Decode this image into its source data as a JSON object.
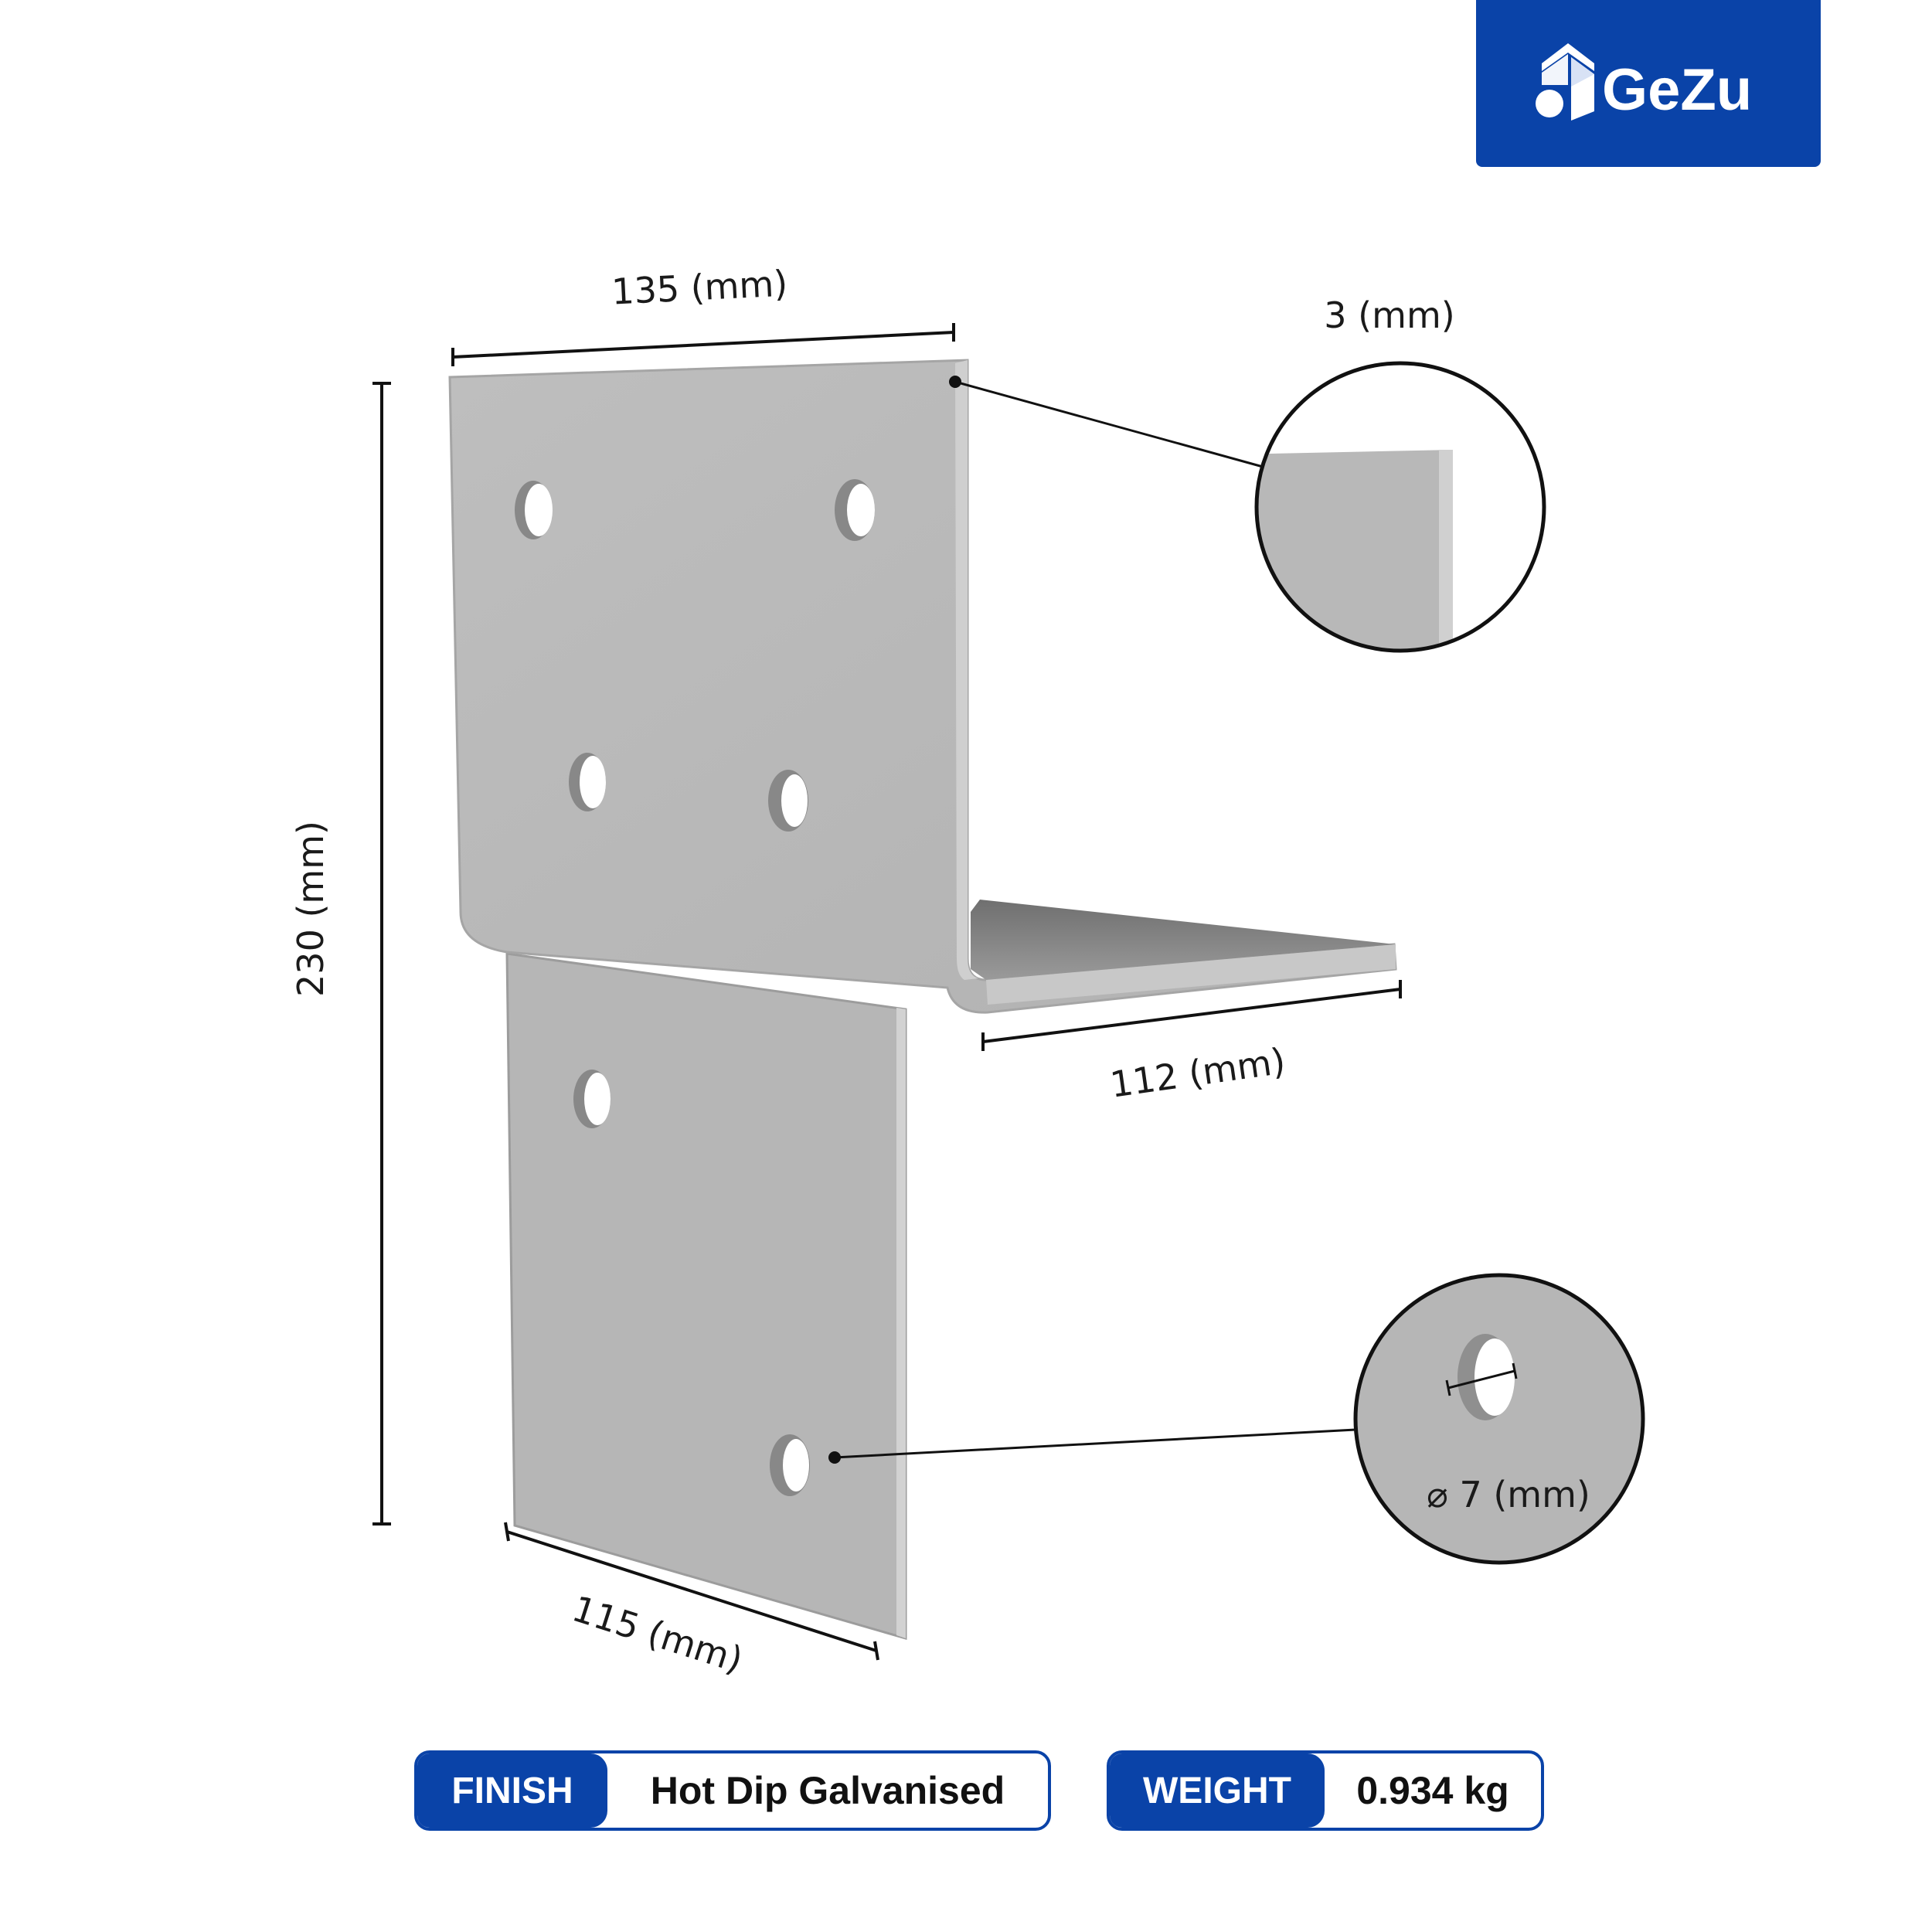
{
  "brand": {
    "name": "GeZu",
    "color": "#0a43a8"
  },
  "dimensions": {
    "width_top": "135 (mm)",
    "thickness": "3 (mm)",
    "height": "230 (mm)",
    "flange_depth": "112 (mm)",
    "width_bottom": "115 (mm)",
    "hole_diameter": "⌀ 7 (mm)"
  },
  "specs": {
    "finish_label": "FINISH",
    "finish_value": "Hot Dip Galvanised",
    "weight_label": "WEIGHT",
    "weight_value": "0.934 kg"
  },
  "colors": {
    "steel": "#b8b8b8",
    "steel_dark": "#8a8a8a",
    "accent": "#0a43a8"
  }
}
